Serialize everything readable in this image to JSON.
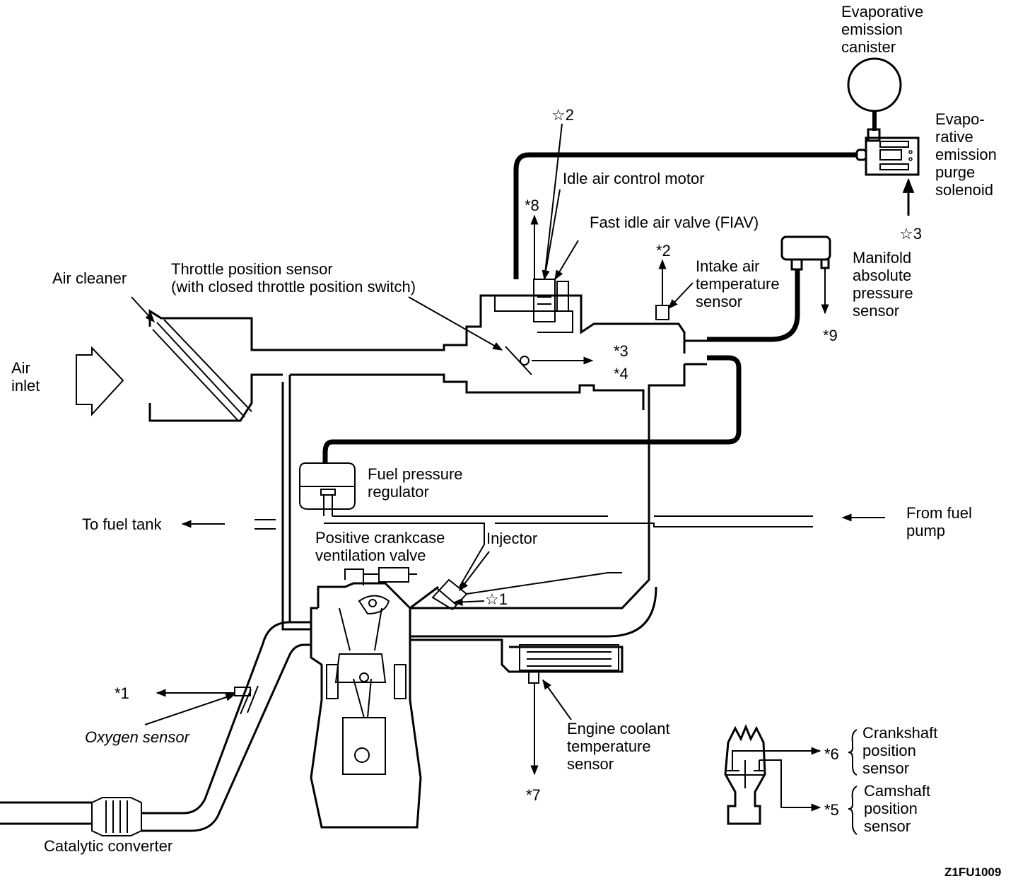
{
  "diagram": {
    "figure_code": "Z1FU1009",
    "labels": {
      "evap_canister": "Evaporative\nemission\ncanister",
      "evap_purge_solenoid": "Evapo-\nrative\nemission\npurge\nsolenoid",
      "star3": "☆3",
      "map_sensor": "Manifold\nabsolute\npressure\nsensor",
      "star2": "☆2",
      "idle_air_control_motor": "Idle air control motor",
      "ref8": "*8",
      "fiav": "Fast idle air valve (FIAV)",
      "ref2": "*2",
      "intake_air_temp_sensor": "Intake air\ntemperature\nsensor",
      "ref9": "*9",
      "air_cleaner": "Air cleaner",
      "throttle_position_sensor": "Throttle position sensor\n(with closed throttle position switch)",
      "air_inlet": "Air\ninlet",
      "ref3": "*3",
      "ref4": "*4",
      "fuel_pressure_regulator": "Fuel pressure\nregulator",
      "to_fuel_tank": "To fuel tank",
      "from_fuel_pump": "From fuel\npump",
      "pcv_valve": "Positive crankcase\nventilation valve",
      "injector": "Injector",
      "star1": "☆1",
      "ref1": "*1",
      "oxygen_sensor": "Oxygen sensor",
      "engine_coolant_temp_sensor": "Engine coolant\ntemperature\nsensor",
      "ref7": "*7",
      "ref6": "*6",
      "crankshaft_position_sensor": "Crankshaft\nposition\nsensor",
      "ref5": "*5",
      "camshaft_position_sensor": "Camshaft\nposition\nsensor",
      "catalytic_converter": "Catalytic converter"
    }
  }
}
